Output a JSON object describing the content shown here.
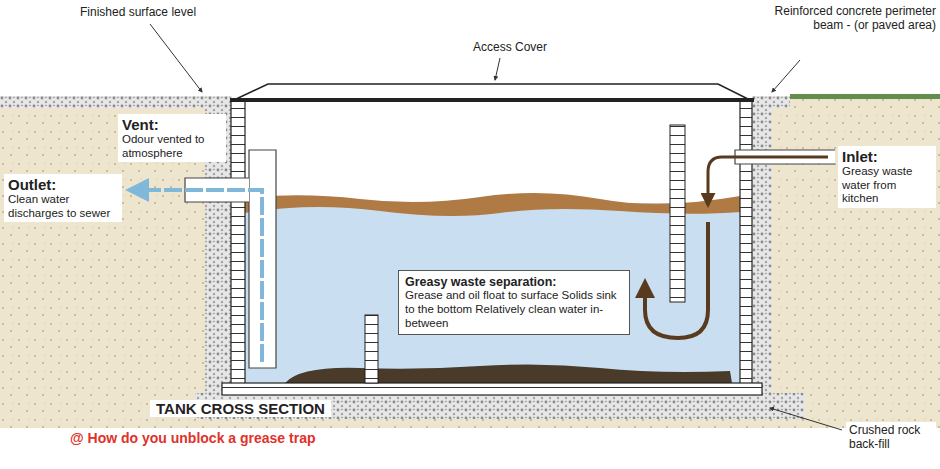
{
  "diagram": {
    "title": "TANK CROSS SECTION",
    "nodes": [
      {
        "text": [
          "Vent:",
          "Odour vented to atmosphere"
        ]
      },
      {
        "text": [
          "Outlet:",
          "Clean water discharges to sewer"
        ]
      },
      {
        "text": [
          "Inlet:",
          "Greasy waste water from kitchen"
        ]
      },
      {
        "text": [
          "Greasy waste separation:",
          "Grease and oil float to surface Solids sink to the bottom Relatively clean water in-between"
        ]
      }
    ],
    "labels": [
      "Finished surface level",
      "Access Cover",
      "Reinforced concrete perimeter beam - (or paved area)",
      "Crushed rock back-fill",
      "@ How do you unblock a grease trap"
    ]
  }
}
